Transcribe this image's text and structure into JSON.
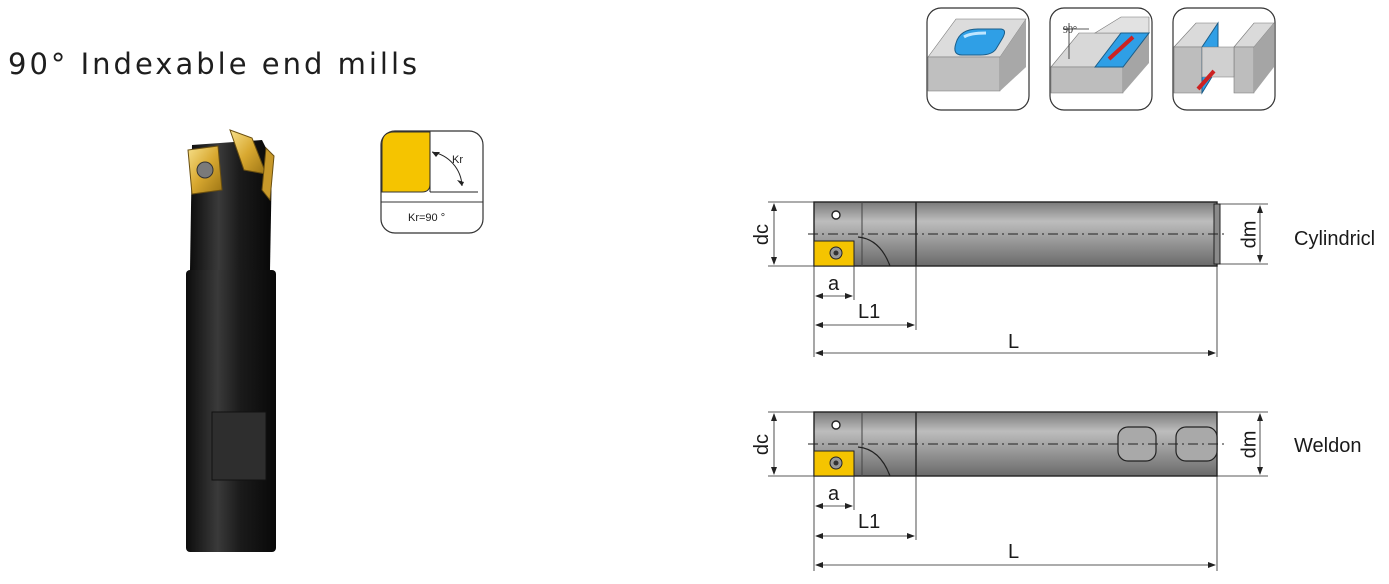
{
  "header": {
    "title": "90° Indexable end mills"
  },
  "kr_diagram": {
    "angle_label": "Kr",
    "caption": "Kr=90 °"
  },
  "application_icons": {
    "slot_angle_label": "90°"
  },
  "drawings": [
    {
      "variant": "Cylindricl",
      "dims": {
        "dc": "dc",
        "dm": "dm",
        "a": "a",
        "L1": "L1",
        "L": "L"
      }
    },
    {
      "variant": "Weldon",
      "dims": {
        "dc": "dc",
        "dm": "dm",
        "a": "a",
        "L1": "L1",
        "L": "L"
      }
    }
  ],
  "colors": {
    "insert": "#f5c400",
    "shank_dark": "#1c1c1c",
    "shank_gray": "#8e8e8e",
    "face_blue": "#2f9fe6"
  }
}
